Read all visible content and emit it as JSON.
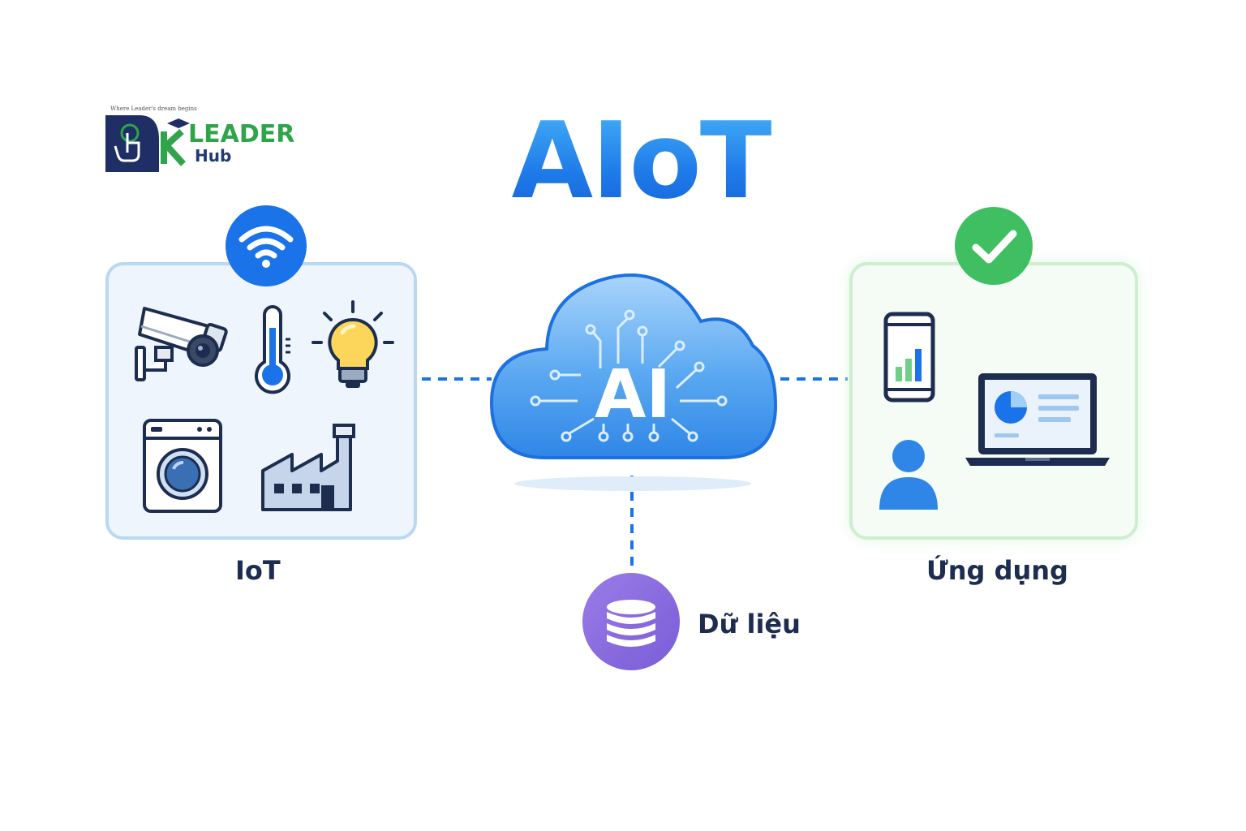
{
  "title": "AIoT",
  "logo": {
    "main_text": "LEADER",
    "sub_text": "Hub",
    "tagline": "Where Leader's dream begins"
  },
  "cloud": {
    "label": "AI"
  },
  "nodes": {
    "iot": {
      "label": "IoT",
      "badge_icon": "wifi-icon",
      "accent": "#1a73e8"
    },
    "app": {
      "label": "Ứng dụng",
      "badge_icon": "check-icon",
      "accent": "#3fbf62"
    },
    "data": {
      "label": "Dữ liệu",
      "icon": "database-icon",
      "accent": "#8a6ae0"
    }
  },
  "iot_devices": [
    "camera-icon",
    "thermometer-icon",
    "lightbulb-icon",
    "washing-machine-icon",
    "factory-icon"
  ],
  "app_devices": [
    "smartphone-icon",
    "laptop-icon",
    "user-icon"
  ],
  "colors": {
    "primary_blue": "#1a73e8",
    "cloud_blue": "#4fa3ee",
    "green": "#3fbf62",
    "purple": "#8a6ae0",
    "text_dark": "#1d2d4f"
  }
}
